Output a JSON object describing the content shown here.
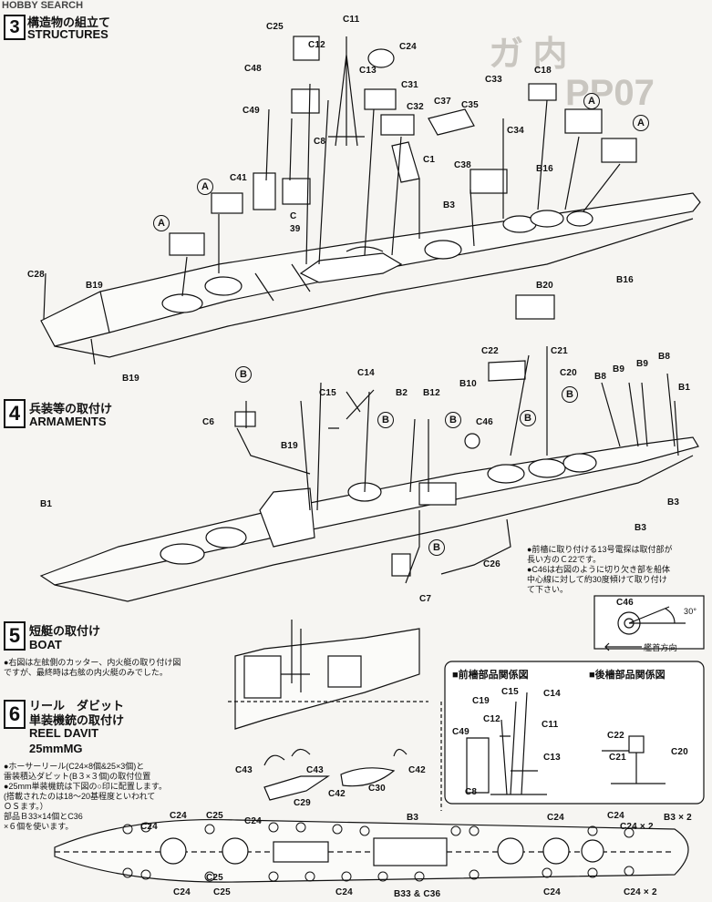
{
  "watermark": "HOBBY SEARCH",
  "ghost": {
    "line1": "ガ 内",
    "line2": "PP07"
  },
  "step3": {
    "num": "3",
    "jp": "構造物の組立て",
    "en": "STRUCTURES"
  },
  "step4": {
    "num": "4",
    "jp": "兵装等の取付け",
    "en": "ARMAMENTS"
  },
  "step5": {
    "num": "5",
    "jp": "短艇の取付け",
    "en": "BOAT",
    "note1": "●右図は左舷側のカッター、内火艇の取り付け図",
    "note2": "ですが、最終時は右舷の内火艇のみでした。"
  },
  "step6": {
    "num": "6",
    "jp1": "リール　ダビット",
    "jp2": "単装機銃の取付け",
    "en1": "REEL  DAVIT",
    "en2": "25mmMG",
    "notes": [
      "●ホーサーリール(C24×8個&25×3個)と",
      "雷装積込ダビット(B３×３個)の取付位置",
      "●25mm単装機銃は下図の○印に配置します。",
      "(搭載されたのは18〜20基程度といわれて",
      "ＯＳます。）",
      "部品Ｂ33×14個とC36",
      "×６個を使います。"
    ]
  },
  "step4_notes": [
    "●前檣に取り付ける13号電探は取付部が",
    "長い方のＣ22です。",
    "●C46は右図のように切り欠き部を船体",
    "中心線に対して約30度傾けて取り付け",
    "て下さい。"
  ],
  "c46_diagram": {
    "part": "C46",
    "angle": "30°",
    "bow": "艦首方向"
  },
  "relation_box": {
    "fore_title": "■前檣部品関係図",
    "aft_title": "■後檣部品関係図",
    "fore_labels": [
      "C15",
      "C14",
      "C19",
      "C12",
      "C11",
      "C49",
      "C13",
      "C8"
    ],
    "aft_labels": [
      "C22",
      "C20",
      "C21"
    ]
  },
  "circle_mark": "A",
  "circle_mark_b": "B",
  "labels3": [
    "C25",
    "C11",
    "C12",
    "C24",
    "C48",
    "C13",
    "C18",
    "C31",
    "C33",
    "C49",
    "C32",
    "C37",
    "C35",
    "C34",
    "C8",
    "C1",
    "C38",
    "B16",
    "C41",
    "C",
    "39",
    "B3",
    "C28",
    "B19",
    "B20",
    "B16",
    "B19"
  ],
  "labels4": [
    "C22",
    "C21",
    "B8",
    "B9",
    "B9",
    "C14",
    "B10",
    "C20",
    "B8",
    "B1",
    "C15",
    "B2",
    "B12",
    "C6",
    "C46",
    "B19",
    "B1",
    "B3",
    "B3",
    "C26",
    "C7"
  ],
  "labels5": [
    "C43",
    "C43",
    "C42",
    "C29",
    "C42",
    "C30"
  ],
  "labels6": [
    "C24",
    "C25",
    "B3",
    "C24",
    "C24",
    "C24",
    "C25",
    "C24",
    "C24",
    "C25",
    "B33 & C36",
    "C24",
    "C24",
    "C24 × 2",
    "B3 × 2",
    "C24 × 2"
  ],
  "labels6_topright": "C24 × 2",
  "colors": {
    "ink": "#111111",
    "paper": "#f6f5f2"
  }
}
